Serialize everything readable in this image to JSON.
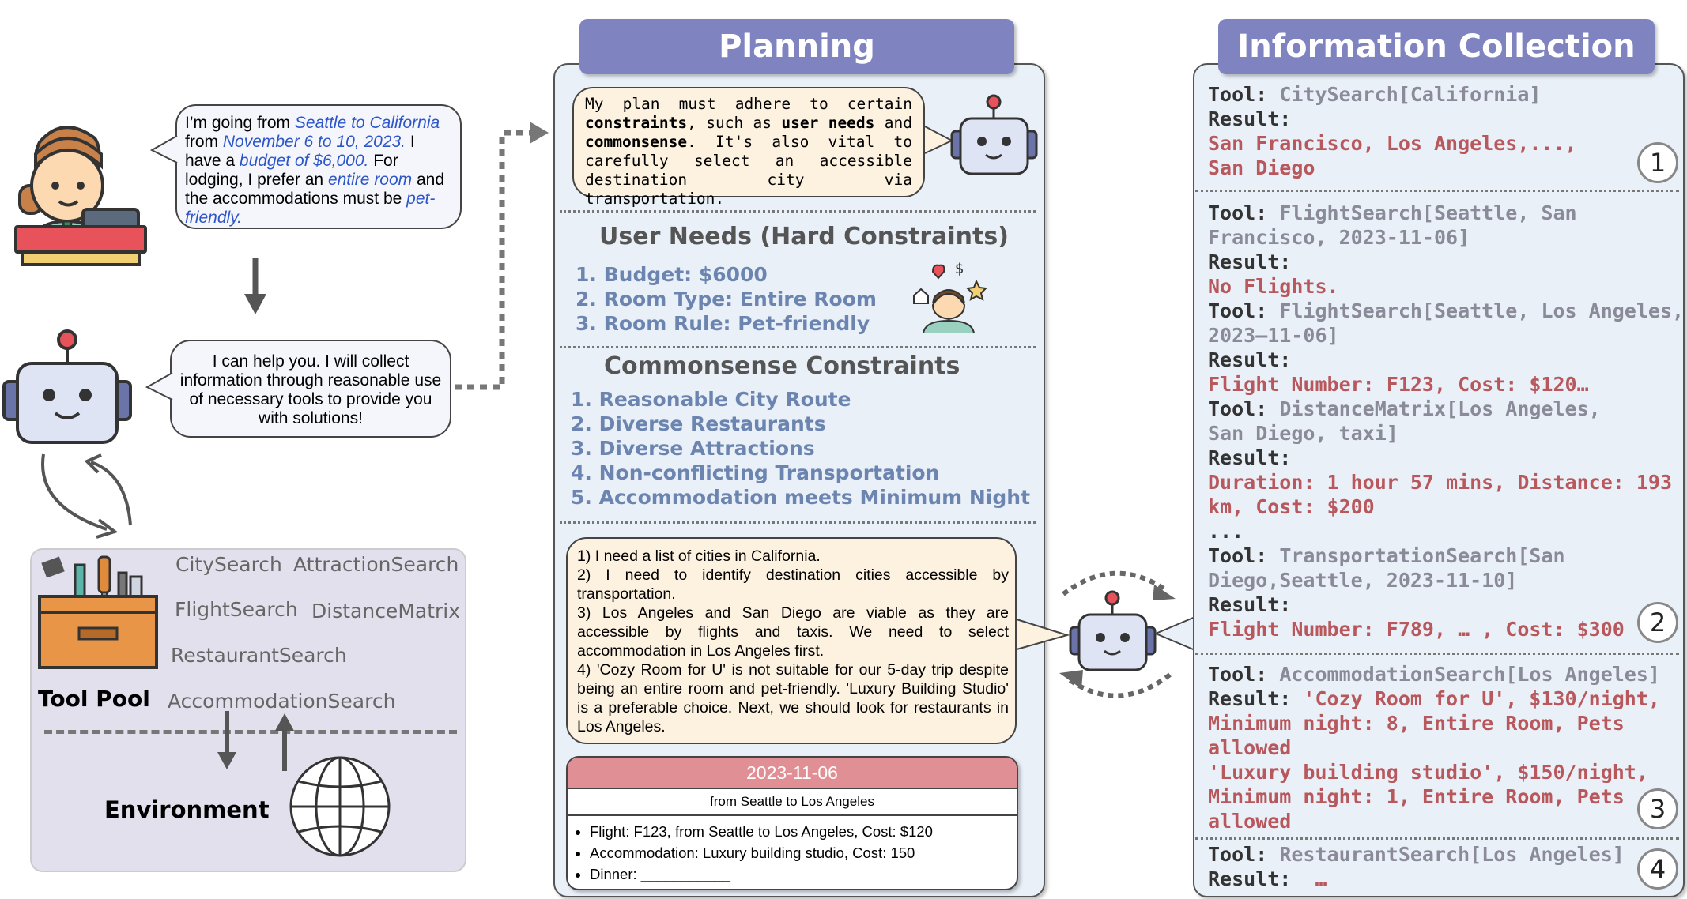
{
  "user_request": {
    "seg1": "I’m going from ",
    "seg2": "Seattle to California",
    "seg3": " from ",
    "seg4": "November 6 to 10, 2023.",
    "seg5": " I have a ",
    "seg6": "budget of $6,000.",
    "seg7": " For lodging, I prefer an ",
    "seg8": "entire room",
    "seg9": " and the accommodations must be ",
    "seg10": "pet-friendly."
  },
  "agent_reply": "I can help you. I will collect information through reasonable use of necessary tools to provide you with solutions!",
  "tool_pool": {
    "label": "Tool Pool",
    "tools": [
      "CitySearch",
      "AttractionSearch",
      "FlightSearch",
      "DistanceMatrix",
      "RestaurantSearch",
      "AccommodationSearch"
    ],
    "environment_label": "Environment"
  },
  "planning": {
    "header": "Planning",
    "intro": {
      "p1": "My plan must adhere to certain ",
      "b1": "constraints",
      "p2": ", such as ",
      "b2": "user needs",
      "p3": " and ",
      "b3": "commonsense",
      "p4": ". It's also vital to carefully select an accessible destination city via transportation."
    },
    "user_needs_title": "User Needs (Hard Constraints)",
    "user_needs": [
      "1. Budget: $6000",
      "2. Room Type: Entire Room",
      "3. Room Rule: Pet-friendly"
    ],
    "commonsense_title": "Commonsense Constraints",
    "commonsense": [
      "1. Reasonable City Route",
      "2. Diverse Restaurants",
      "3. Diverse Attractions",
      "4. Non-conflicting Transportation",
      "5. Accommodation meets Minimum Night"
    ],
    "thoughts": [
      "1) I need a list of cities in California.",
      "2) I need to identify destination cities accessible by transportation.",
      "3) Los Angeles and San Diego are viable as they are accessible by flights and taxis. We need to select accommodation in Los Angeles first.",
      "4) 'Cozy Room for U' is not suitable for our 5-day trip despite being an entire room and pet-friendly. 'Luxury Building Studio' is a preferable choice. Next, we should look for restaurants in Los Angeles."
    ],
    "plan_card": {
      "date": "2023-11-06",
      "route": "from Seattle to Los Angeles",
      "items": [
        "Flight: F123, from Seattle to Los Angeles, Cost: $120",
        "Accommodation: Luxury building studio, Cost: 150",
        "Dinner: ___________"
      ]
    }
  },
  "info": {
    "header": "Information Collection",
    "tool_label": "Tool: ",
    "result_label": "Result:",
    "ellipsis": "...",
    "s1_tool": "CitySearch[California]",
    "s1_r1": "San Francisco, Los Angeles,...,",
    "s1_r2": "San Diego",
    "s2_t1a": "FlightSearch[Seattle, San",
    "s2_t1b": "Francisco, 2023-11-06]",
    "s2_r1": "No Flights.",
    "s2_t2a": "FlightSearch[Seattle, Los Angeles,",
    "s2_t2b": "2023—11-06]",
    "s2_r2": "Flight Number: F123, Cost: $120…",
    "s2_t3a": "DistanceMatrix[Los Angeles,",
    "s2_t3b": "San Diego, taxi]",
    "s2_r3a": "Duration: 1 hour 57 mins, Distance: 193",
    "s2_r3b": "km, Cost: $200",
    "s2_t4a": "TransportationSearch[San",
    "s2_t4b": "Diego,Seattle, 2023-11-10]",
    "s2_r4": "Flight Number: F789, … , Cost: $300",
    "s3_tool": "AccommodationSearch[Los Angeles]",
    "s3_r1a": "'Cozy Room for U', $130/night,",
    "s3_r1b": "Minimum night: 8, Entire Room, Pets",
    "s3_r1c": "allowed",
    "s3_r2a": "'Luxury building studio', $150/night,",
    "s3_r2b": "Minimum night: 1, Entire Room, Pets",
    "s3_r2c": "allowed",
    "s4_tool": "RestaurantSearch[Los Angeles]",
    "s4_result": "…",
    "circles": [
      "1",
      "2",
      "3",
      "4"
    ]
  },
  "colors": {
    "header": "#7f83bf",
    "panel": "#eaf0f8",
    "blue_text": "#6b85b0",
    "red_text": "#b8575c",
    "date_bar": "#e09095"
  }
}
